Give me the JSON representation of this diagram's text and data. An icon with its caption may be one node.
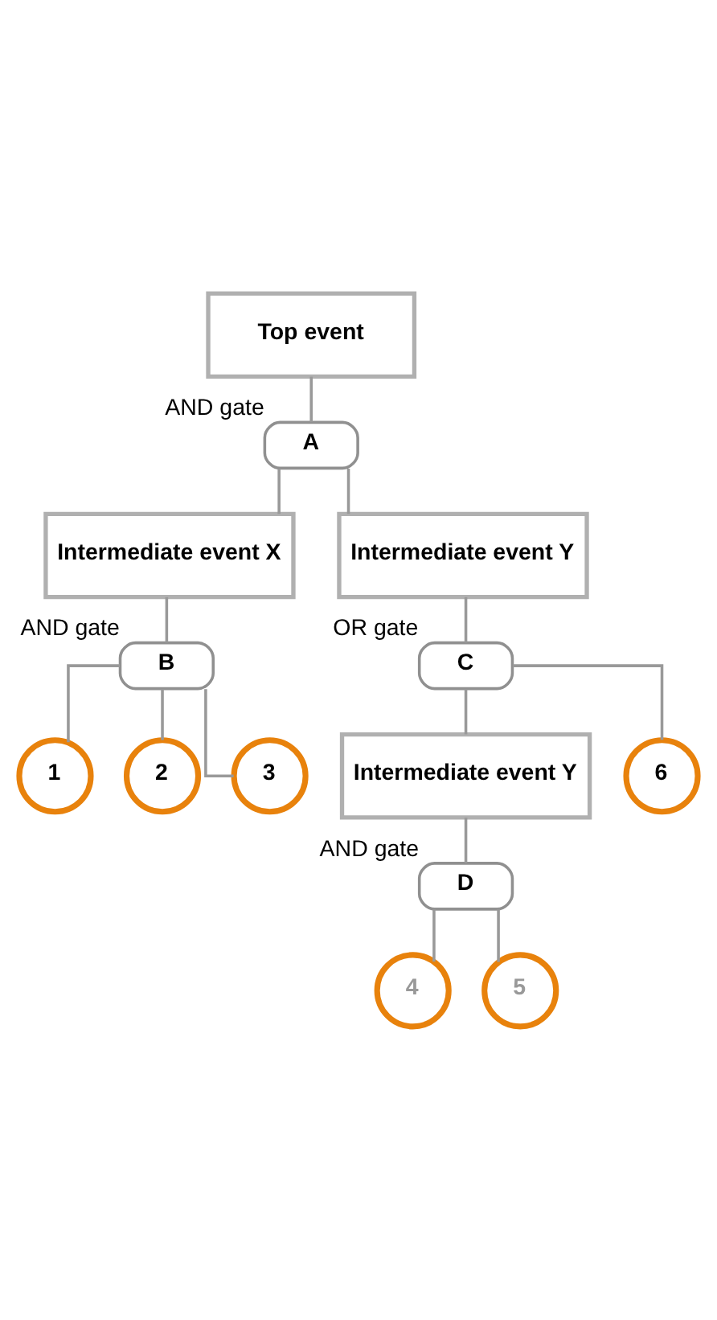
{
  "diagram": {
    "nodes": [
      {
        "text": [
          "Top event"
        ]
      },
      {
        "text": [
          "A"
        ],
        "beside": [
          "AND gate"
        ]
      },
      {
        "text": [
          "Intermediate event X"
        ]
      },
      {
        "text": [
          "Intermediate event Y"
        ]
      },
      {
        "text": [
          "B"
        ],
        "beside": [
          "AND gate"
        ]
      },
      {
        "text": [
          "1"
        ]
      },
      {
        "text": [
          "2"
        ]
      },
      {
        "text": [
          "3"
        ]
      },
      {
        "text": [
          "C"
        ],
        "beside": [
          "OR gate"
        ]
      },
      {
        "text": [
          "Intermediate event Y"
        ]
      },
      {
        "text": [
          "6"
        ]
      },
      {
        "text": [
          "D"
        ],
        "beside": [
          "AND gate"
        ]
      },
      {
        "text": [
          "4"
        ]
      },
      {
        "text": [
          "5"
        ]
      }
    ],
    "edges": [
      {
        "from": 0,
        "to": 1,
        "arrow": "none"
      },
      {
        "from": 1,
        "to": 2,
        "arrow": "none"
      },
      {
        "from": 1,
        "to": 3,
        "arrow": "none"
      },
      {
        "from": 2,
        "to": 4,
        "arrow": "none"
      },
      {
        "from": 4,
        "to": 5,
        "arrow": "none"
      },
      {
        "from": 4,
        "to": 6,
        "arrow": "none"
      },
      {
        "from": 4,
        "to": 7,
        "arrow": "none"
      },
      {
        "from": 3,
        "to": 8,
        "arrow": "none"
      },
      {
        "from": 8,
        "to": 9,
        "arrow": "none"
      },
      {
        "from": 8,
        "to": 10,
        "arrow": "none"
      },
      {
        "from": 9,
        "to": 11,
        "arrow": "none"
      },
      {
        "from": 11,
        "to": 12,
        "arrow": "none"
      },
      {
        "from": 11,
        "to": 13,
        "arrow": "none"
      }
    ]
  }
}
